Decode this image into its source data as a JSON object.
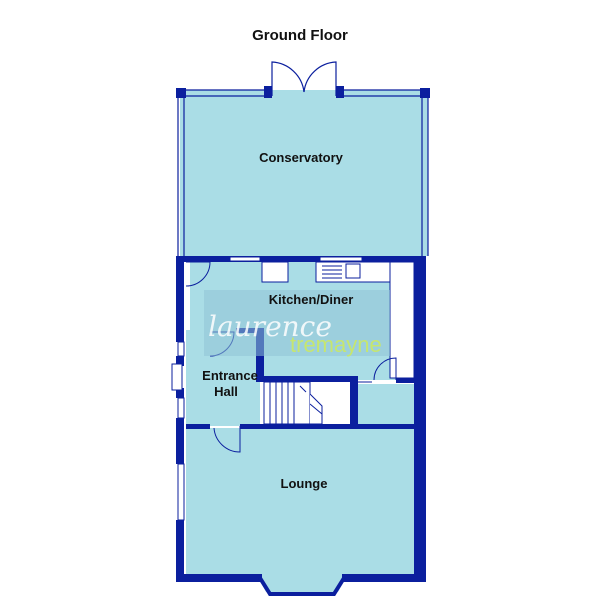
{
  "title": "Ground Floor",
  "rooms": {
    "conservatory": "Conservatory",
    "kitchen": "Kitchen/Diner",
    "hall_line1": "Entrance",
    "hall_line2": "Hall",
    "lounge": "Lounge"
  },
  "watermark": {
    "line1": "laurence",
    "line2": "tremayne"
  },
  "colors": {
    "room_fill": "#aadde6",
    "wall": "#0b1f9e",
    "watermark_box": "#8fc3d5",
    "background": "#ffffff"
  }
}
